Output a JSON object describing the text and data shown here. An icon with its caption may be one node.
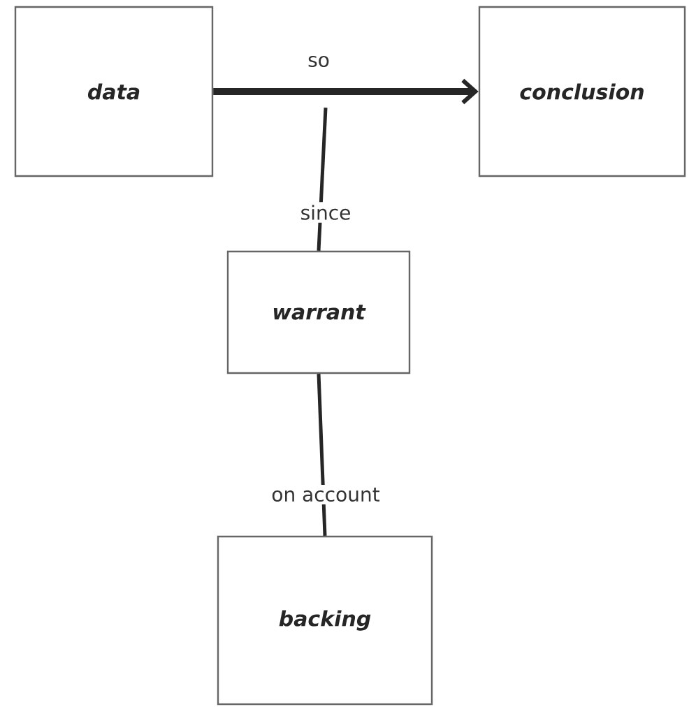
{
  "diagram": {
    "nodes": [
      {
        "text": [
          "data"
        ]
      },
      {
        "text": [
          "conclusion"
        ]
      },
      {
        "text": [
          "warrant"
        ]
      },
      {
        "text": [
          "backing"
        ]
      }
    ],
    "edges": [
      {
        "from": 0,
        "to": 1,
        "arrow": "to",
        "label": "so",
        "style": "thick"
      },
      {
        "from": 2,
        "to": null,
        "arrow": "none",
        "label": "since"
      },
      {
        "from": 3,
        "to": 2,
        "arrow": "none",
        "label": "on account"
      }
    ]
  }
}
